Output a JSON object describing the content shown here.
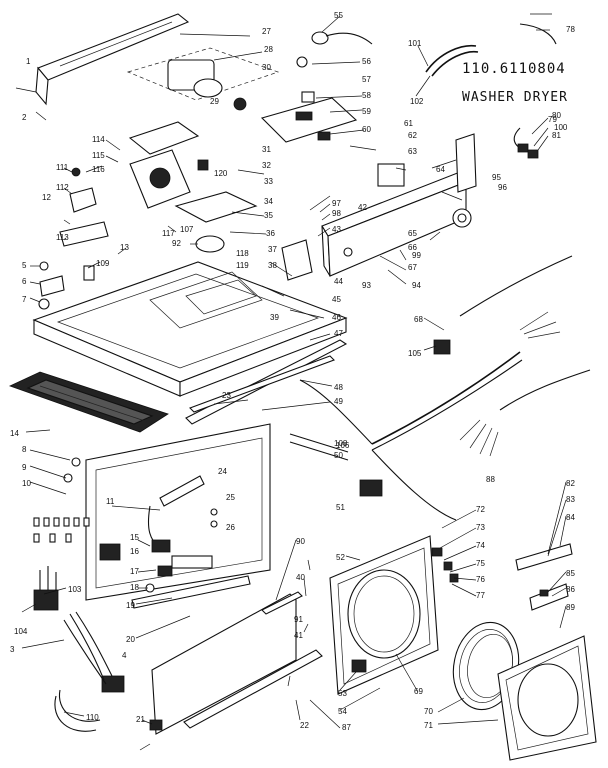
{
  "header": {
    "model_number": "110.6110804",
    "product_name": "WASHER DRYER"
  },
  "callouts": [
    "1",
    "2",
    "3",
    "4",
    "5",
    "6",
    "7",
    "8",
    "9",
    "10",
    "11",
    "12",
    "13",
    "14",
    "15",
    "16",
    "17",
    "18",
    "19",
    "20",
    "21",
    "22",
    "23",
    "24",
    "25",
    "26",
    "27",
    "28",
    "29",
    "30",
    "31",
    "32",
    "33",
    "34",
    "35",
    "36",
    "37",
    "38",
    "39",
    "40",
    "41",
    "42",
    "43",
    "44",
    "45",
    "46",
    "47",
    "48",
    "49",
    "50",
    "51",
    "52",
    "53",
    "54",
    "55",
    "56",
    "57",
    "58",
    "59",
    "60",
    "61",
    "62",
    "63",
    "64",
    "65",
    "66",
    "67",
    "68",
    "69",
    "70",
    "71",
    "72",
    "73",
    "74",
    "75",
    "76",
    "77",
    "78",
    "79",
    "80",
    "81",
    "82",
    "83",
    "84",
    "85",
    "86",
    "87",
    "88",
    "89",
    "90",
    "91",
    "92",
    "93",
    "94",
    "95",
    "96",
    "97",
    "98",
    "99",
    "100",
    "101",
    "102",
    "103",
    "104",
    "105",
    "106",
    "107",
    "108",
    "109",
    "110",
    "111",
    "112",
    "113",
    "114",
    "115",
    "116",
    "117",
    "118",
    "119",
    "120"
  ]
}
